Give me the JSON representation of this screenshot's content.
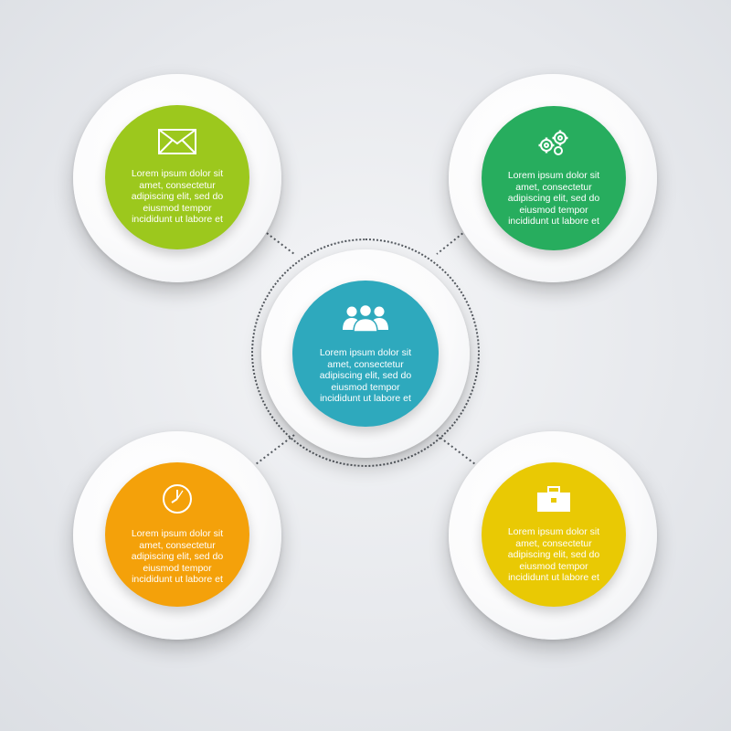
{
  "colors": {
    "center": "#2ea9bd",
    "top_left": "#9cc81d",
    "top_right": "#27ad5e",
    "bottom_left": "#f4a10a",
    "bottom_right": "#e9c904",
    "connector": "#555a60"
  },
  "nodes": {
    "center": {
      "icon": "people-group-icon",
      "text": "Lorem ipsum dolor sit amet, consectetur adipiscing elit, sed do eiusmod tempor incididunt ut labore et"
    },
    "top_left": {
      "icon": "envelope-icon",
      "text": "Lorem ipsum dolor sit amet, consectetur adipiscing elit, sed do eiusmod tempor incididunt ut labore et"
    },
    "top_right": {
      "icon": "gears-icon",
      "text": "Lorem ipsum dolor sit amet, consectetur adipiscing elit, sed do eiusmod tempor incididunt ut labore et"
    },
    "bottom_left": {
      "icon": "clock-icon",
      "text": "Lorem ipsum dolor sit amet, consectetur adipiscing elit, sed do eiusmod tempor incididunt ut labore et"
    },
    "bottom_right": {
      "icon": "briefcase-icon",
      "text": "Lorem ipsum dolor sit amet, consectetur adipiscing elit, sed do eiusmod tempor incididunt ut labore et"
    }
  }
}
